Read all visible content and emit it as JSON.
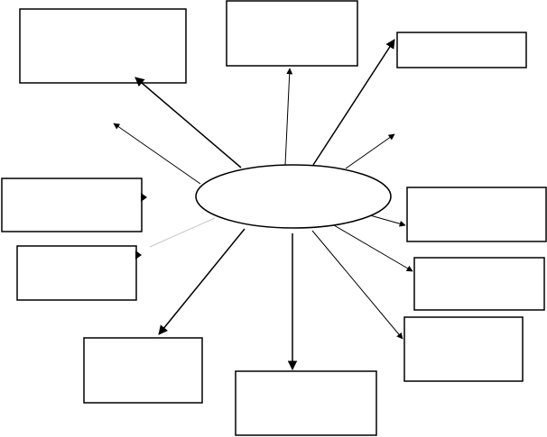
{
  "diagram": {
    "type": "hub-and-spoke",
    "center": {
      "label": ""
    },
    "boxes": [
      {
        "id": "top-left",
        "label": ""
      },
      {
        "id": "top-center",
        "label": ""
      },
      {
        "id": "top-right",
        "label": ""
      },
      {
        "id": "middle-left",
        "label": ""
      },
      {
        "id": "lower-left",
        "label": ""
      },
      {
        "id": "bottom-left",
        "label": ""
      },
      {
        "id": "bottom-center",
        "label": ""
      },
      {
        "id": "right-upper",
        "label": ""
      },
      {
        "id": "right-middle",
        "label": ""
      },
      {
        "id": "right-lower",
        "label": ""
      }
    ],
    "colors": {
      "background": "#ffffff",
      "stroke": "#000000",
      "faint_stroke": "#c8c8c8"
    }
  }
}
